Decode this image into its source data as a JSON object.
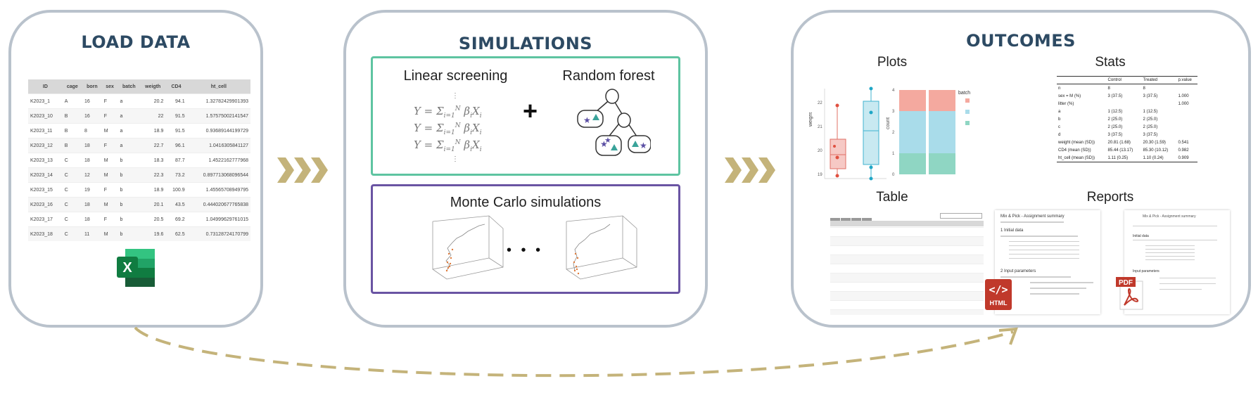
{
  "load": {
    "title": "LOAD DATA",
    "columns": [
      "ID",
      "cage",
      "born",
      "sex",
      "batch",
      "weigth",
      "CD4",
      "ht_cell"
    ],
    "rows": [
      [
        "K2023_1",
        "A",
        "16",
        "F",
        "a",
        "20.2",
        "94.1",
        "1.32782429901393"
      ],
      [
        "K2023_10",
        "B",
        "16",
        "F",
        "a",
        "22",
        "91.5",
        "1.57575002141547"
      ],
      [
        "K2023_11",
        "B",
        "8",
        "M",
        "a",
        "18.9",
        "91.5",
        "0.93689144199729"
      ],
      [
        "K2023_12",
        "B",
        "18",
        "F",
        "a",
        "22.7",
        "96.1",
        "1.0416305841127"
      ],
      [
        "K2023_13",
        "C",
        "18",
        "M",
        "b",
        "18.3",
        "87.7",
        "1.4522162777968"
      ],
      [
        "K2023_14",
        "C",
        "12",
        "M",
        "b",
        "22.3",
        "73.2",
        "0.897713068096544"
      ],
      [
        "K2023_15",
        "C",
        "19",
        "F",
        "b",
        "18.9",
        "100.9",
        "1.45565708949795"
      ],
      [
        "K2023_16",
        "C",
        "18",
        "M",
        "b",
        "20.1",
        "43.5",
        "0.444020677765838"
      ],
      [
        "K2023_17",
        "C",
        "18",
        "F",
        "b",
        "20.5",
        "69.2",
        "1.04999629761015"
      ],
      [
        "K2023_18",
        "C",
        "11",
        "M",
        "b",
        "19.6",
        "62.5",
        "0.73128724170799"
      ]
    ],
    "excel_icon": "excel-icon",
    "excel_letter": "X"
  },
  "simulations": {
    "title": "SIMULATIONS",
    "linear": "Linear screening",
    "forest": "Random forest",
    "plus": "+",
    "monte": "Monte Carlo simulations",
    "ellipsis": "• • •",
    "green": "#5ec4a1",
    "purple": "#6a54a3"
  },
  "outcomes": {
    "title": "OUTCOMES",
    "plots": "Plots",
    "stats": "Stats",
    "table": "Table",
    "reports": "Reports",
    "plot": {
      "ylabel1": "weight",
      "ylabel2": "count",
      "legend_title": "batch",
      "yticks1": [
        "22",
        "21",
        "20",
        "19"
      ],
      "yticks2": [
        "4",
        "3",
        "2",
        "1",
        "0"
      ]
    },
    "stats_table": {
      "headers": [
        "",
        "Control",
        "Treated",
        "p.value"
      ],
      "rows": [
        [
          "n",
          "8",
          "8",
          ""
        ],
        [
          "sex = M (%)",
          "3 (37.5)",
          "3 (37.5)",
          "1.000"
        ],
        [
          "litter (%)",
          "",
          "",
          "1.000"
        ],
        [
          "a",
          "1 (12.5)",
          "1 (12.5)",
          ""
        ],
        [
          "b",
          "2 (25.0)",
          "2 (25.0)",
          ""
        ],
        [
          "c",
          "2 (25.0)",
          "2 (25.0)",
          ""
        ],
        [
          "d",
          "3 (37.5)",
          "3 (37.5)",
          ""
        ],
        [
          "weight (mean (SD))",
          "20.81 (1.68)",
          "20.30 (1.59)",
          "0.541"
        ],
        [
          "CD4 (mean (SD))",
          "85.44 (13.17)",
          "85.30 (10.12)",
          "0.982"
        ],
        [
          "ht_cell (mean (SD))",
          "1.11 (0.25)",
          "1.10 (0.24)",
          "0.909"
        ]
      ]
    },
    "html_badge": "HTML",
    "pdf_badge": "PDF",
    "report_title": "Mix & Pick - Assignment summary",
    "report_section1": "1 Initial data",
    "report_section2": "2 Input parameters",
    "report2_title": "Mix & Pick - Assignment summary",
    "report2_section1": "Initial data",
    "report2_section2": "Input parameters"
  },
  "colors": {
    "panel_border": "#b9c2cc",
    "title": "#2d4a63",
    "chevron": "#c4b37a",
    "excel_green": "#1f7244"
  }
}
